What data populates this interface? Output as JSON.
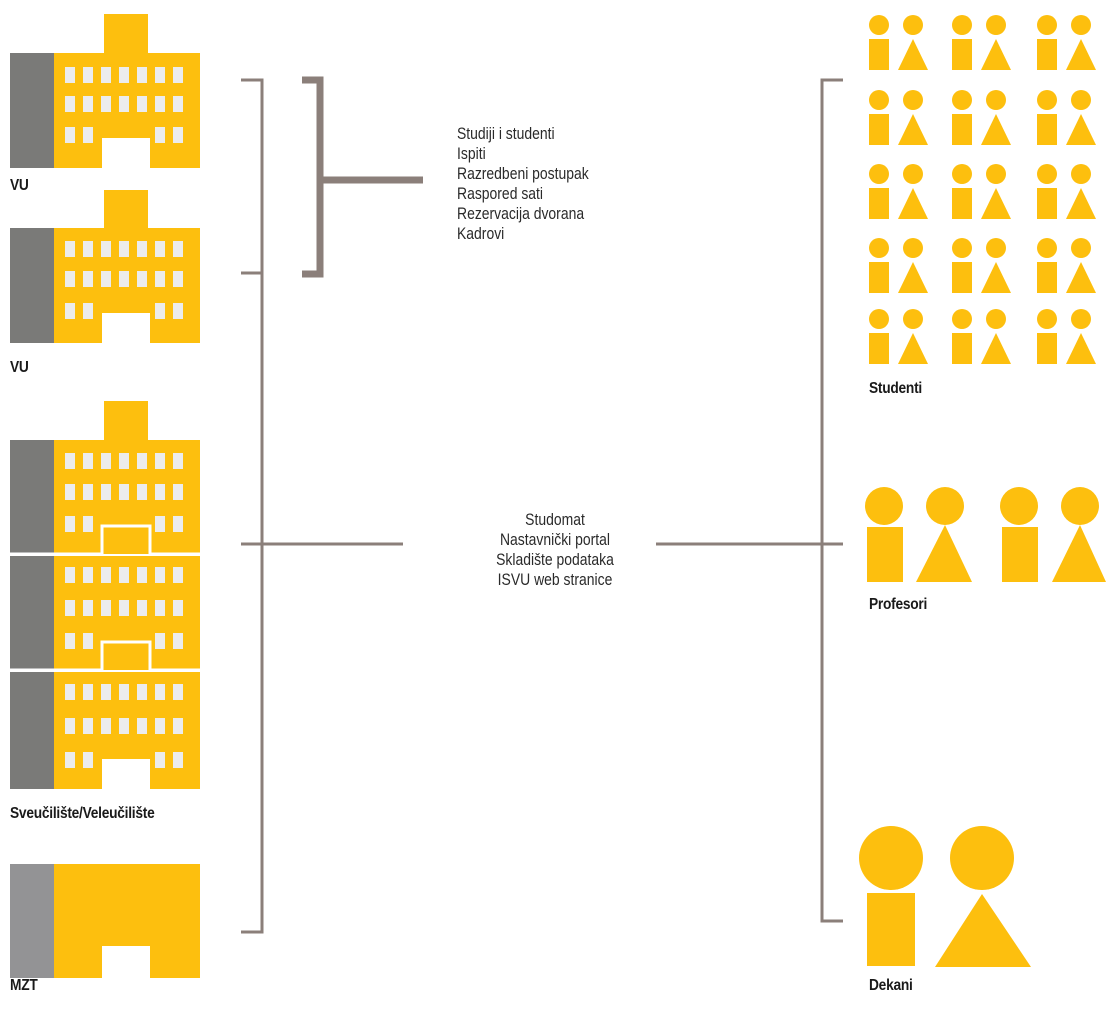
{
  "colors": {
    "yellow": "#fdbf0e",
    "gray": "#7a7a78",
    "light_gray": "#939395",
    "window": "#ececec",
    "bracket": "#8b7f7a"
  },
  "institutions": {
    "vu_top_label": "VU",
    "vu_bottom_label": "VU",
    "university_label": "Sveučilište/Veleučilište",
    "ministry_label": "MZT"
  },
  "modules": [
    "Studiji i studenti",
    "Ispiti",
    "Razredbeni postupak",
    "Raspored sati",
    "Rezervacija dvorana",
    "Kadrovi"
  ],
  "platform": [
    "Studomat",
    "Nastavnički portal",
    "Skladište podataka",
    "ISVU web stranice"
  ],
  "users": {
    "students_label": "Studenti",
    "professors_label": "Profesori",
    "deans_label": "Dekani"
  }
}
